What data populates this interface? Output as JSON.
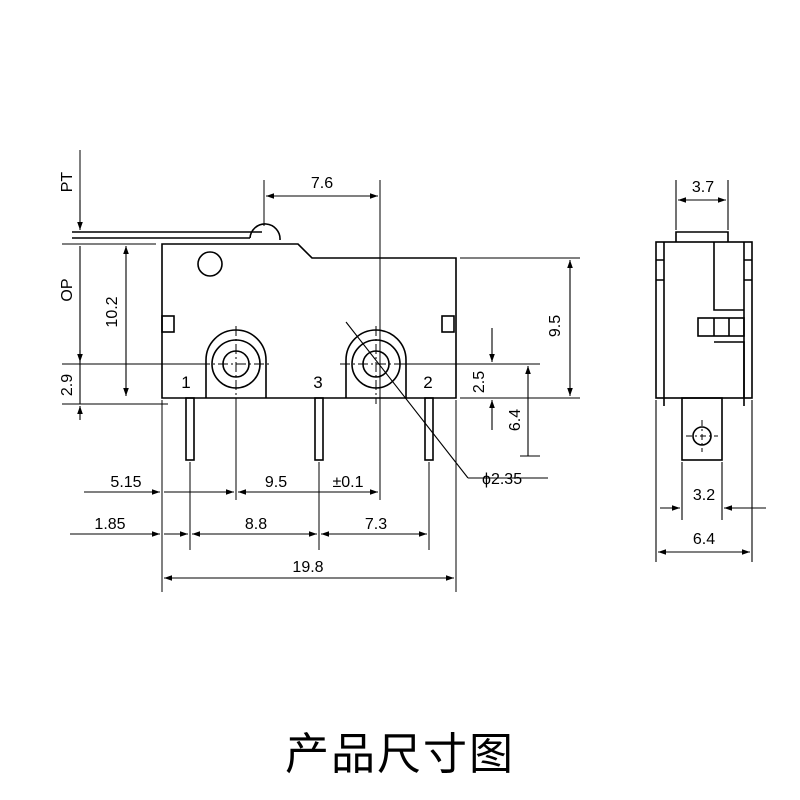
{
  "caption": "产品尺寸图",
  "labels": {
    "pt": "PT",
    "op": "OP",
    "d_7_6": "7.6",
    "d_10_2": "10.2",
    "d_2_9": "2.9",
    "d_9_5_right": "9.5",
    "d_2_5": "2.5",
    "d_6_4_right": "6.4",
    "d_5_15": "5.15",
    "d_9_5_bottom": "9.5",
    "d_tol": "±0.1",
    "d_phi": "ϕ2.35",
    "d_1_85": "1.85",
    "d_8_8": "8.8",
    "d_7_3": "7.3",
    "d_19_8": "19.8",
    "pin_1": "1",
    "pin_3": "3",
    "pin_2": "2",
    "side_3_7": "3.7",
    "side_3_2": "3.2",
    "side_6_4": "6.4"
  }
}
